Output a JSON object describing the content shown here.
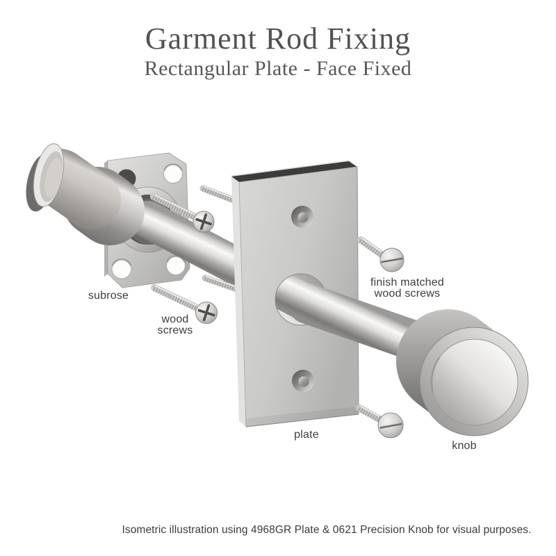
{
  "header": {
    "title": "Garment Rod Fixing",
    "subtitle": "Rectangular Plate - Face Fixed"
  },
  "part_labels": {
    "subrose": "subrose",
    "wood_screws": [
      "wood",
      "screws"
    ],
    "finish_matched_wood_screws": [
      "finish matched",
      "wood screws"
    ],
    "plate": "plate",
    "knob": "knob"
  },
  "footer": {
    "caption": "Isometric illustration using 4968GR Plate & 0621 Precision Knob for visual purposes."
  },
  "colors": {
    "background": "#ffffff",
    "heading_text": "#525254",
    "label_text": "#3c3c3e",
    "caption_text": "#3b3b3d",
    "metal_highlight": "#f8f8f7",
    "metal_mid": "#c6c5c3",
    "metal_shadow": "#777674",
    "plug_gray": "#c9c6c2"
  }
}
